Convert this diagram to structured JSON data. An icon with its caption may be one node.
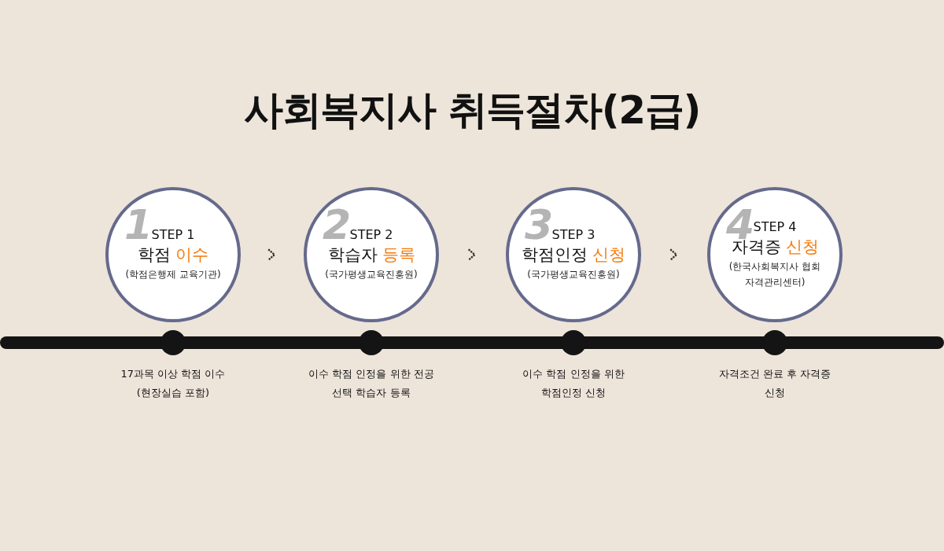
{
  "diagram": {
    "title": "사회복지사 취득절차(2급)",
    "nodes": [
      {
        "text": [
          "1",
          "STEP 1",
          "학점",
          "이수",
          "(학점은행제 교육기관)"
        ]
      },
      {
        "text": [
          "2",
          "STEP 2",
          "학습자",
          "등록",
          "(국가평생교육진흥원)"
        ]
      },
      {
        "text": [
          "3",
          "STEP 3",
          "학점인정",
          "신청",
          "(국가평생교육진흥원)"
        ]
      },
      {
        "text": [
          "4",
          "STEP 4",
          "자격증",
          "신청",
          "(한국사회복지사 협회 자격관리센터)"
        ]
      }
    ],
    "edges": [
      {
        "from": 0,
        "to": 1,
        "arrow": "to"
      },
      {
        "from": 1,
        "to": 2,
        "arrow": "to"
      },
      {
        "from": 2,
        "to": 3,
        "arrow": "to"
      }
    ],
    "labels": [
      "17과목 이상 학점 이수 (현장실습 포함)",
      "이수 학점 인정을 위한 전공 선택 학습자 등록",
      "이수 학점 인정을 위한 학점인정 신청",
      "자격조건 완료 후 자격증 신청"
    ]
  }
}
